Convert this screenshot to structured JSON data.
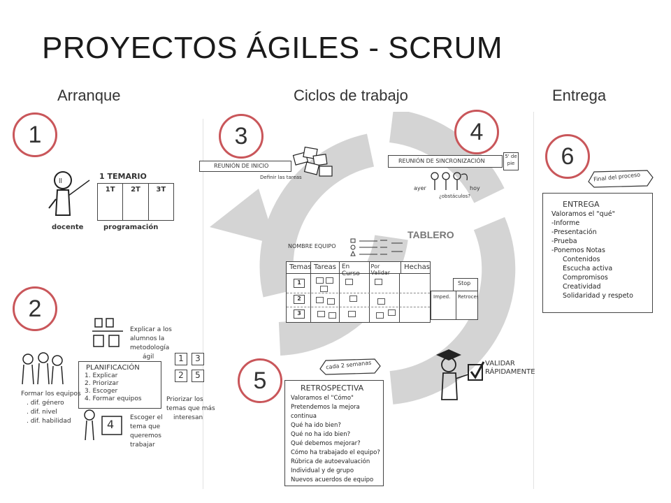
{
  "title": "PROYECTOS ÁGILES - SCRUM",
  "columns": {
    "arranque": "Arranque",
    "ciclos": "Ciclos de trabajo",
    "entrega": "Entrega"
  },
  "badges": {
    "b1": "1",
    "b2": "2",
    "b3": "3",
    "b4": "4",
    "b5": "5",
    "b6": "6"
  },
  "step1": {
    "docente": "docente",
    "temario": "1 TEMARIO",
    "temario_cols": [
      "1T",
      "2T",
      "3T"
    ],
    "programacion": "programación"
  },
  "step2": {
    "explicar_note": [
      "Explicar a los",
      "alumnos la",
      "metodología",
      "ágil"
    ],
    "planificacion_title": "PLANIFICACIÓN",
    "planificacion_items": [
      "1. Explicar",
      "2. Priorizar",
      "3. Escoger",
      "4. Formar equipos"
    ],
    "formar_note": [
      "Formar los equipos",
      ". dif. género",
      ". dif. nivel",
      ". dif. habilidad"
    ],
    "escoger_note": [
      "Escoger el",
      "tema que",
      "queremos",
      "trabajar"
    ],
    "priorizar_note": [
      "Priorizar los",
      "temas que más",
      "interesan"
    ],
    "grid_numbers": [
      "1",
      "3",
      "2",
      "5"
    ],
    "hand_number": "4"
  },
  "step3": {
    "reunion_inicio": "REUNIÓN DE INICIO",
    "definir": "Definir las tareas"
  },
  "step4": {
    "reunion_sync": "REUNIÓN DE SINCRONIZACIÓN",
    "time": "5' de pie",
    "ayer": "ayer",
    "hoy": "hoy",
    "obstaculos": "¿obstáculos?"
  },
  "tablero": {
    "label": "TABLERO",
    "nombre_equipo": "NOMBRE EQUIPO",
    "columns": [
      "Temas",
      "Tareas",
      "En Curso",
      "Por Validar",
      "Hechas"
    ],
    "rows": [
      "1",
      "2",
      "3"
    ],
    "stop": "Stop",
    "impedimentos": "Imped.",
    "retroceso": "Retrocesos"
  },
  "step5": {
    "ribbon": "cada 2 semanas",
    "title": "RETROSPECTIVA",
    "items": [
      "Valoramos el \"Cómo\"",
      "Pretendemos la mejora continua",
      "Qué ha ido bien?",
      "Qué no ha ido bien?",
      "Qué debemos mejorar?",
      "Cómo ha trabajado el equipo?",
      "Rúbrica de autoevaluación",
      "Individual y de grupo",
      "Nuevos acuerdos de equipo"
    ]
  },
  "validar": {
    "line1": "VALIDAR",
    "line2": "RÁPIDAMENTE"
  },
  "step6": {
    "ribbon": "Final del proceso",
    "title": "ENTREGA",
    "items": [
      "Valoramos el \"qué\"",
      "-Informe",
      "-Presentación",
      "-Prueba",
      "-Ponemos Notas",
      "Contenidos",
      "Escucha activa",
      "Compromisos",
      "Creatividad",
      "Solidaridad y respeto"
    ]
  },
  "colors": {
    "badge_ring": "#c9565a",
    "cycle_arrow": "#d4d4d4",
    "ink": "#333333"
  }
}
